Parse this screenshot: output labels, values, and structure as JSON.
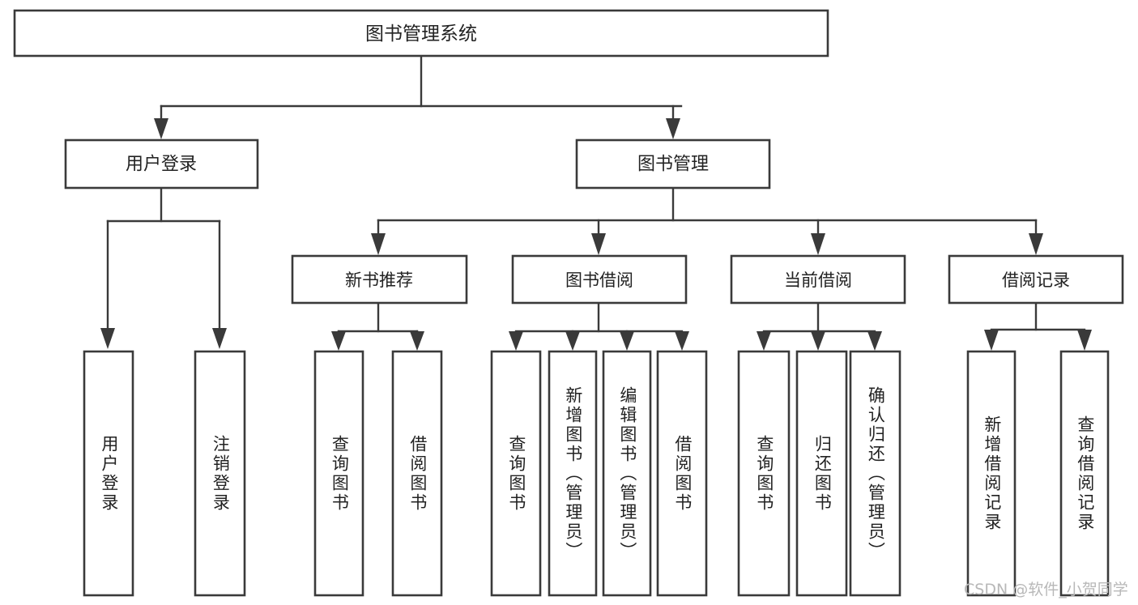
{
  "diagram": {
    "title": "图书管理系统",
    "type": "tree",
    "orientation": "top-down",
    "colors": {
      "box_stroke": "#3a3a3a",
      "box_fill": "#ffffff",
      "connector": "#3a3a3a",
      "text": "#222222",
      "background": "#ffffff",
      "watermark": "#b8b8b8"
    },
    "levels": {
      "root": "图书管理系统",
      "level2": [
        "用户登录",
        "图书管理"
      ],
      "level3": [
        "新书推荐",
        "图书借阅",
        "当前借阅",
        "借阅记录"
      ]
    },
    "nodes": {
      "root": {
        "label": "图书管理系统"
      },
      "user_login": {
        "label": "用户登录"
      },
      "book_mgmt": {
        "label": "图书管理"
      },
      "new_book_rec": {
        "label": "新书推荐"
      },
      "book_borrow": {
        "label": "图书借阅"
      },
      "current_borrow": {
        "label": "当前借阅"
      },
      "borrow_record": {
        "label": "借阅记录"
      },
      "leaf_user_login": {
        "label": "用户登录"
      },
      "leaf_logout": {
        "label": "注销登录"
      },
      "leaf_query_book_1": {
        "label": "查询图书"
      },
      "leaf_borrow_book_1": {
        "label": "借阅图书"
      },
      "leaf_query_book_2": {
        "label": "查询图书"
      },
      "leaf_add_book": {
        "label": "新增图书（管理员）"
      },
      "leaf_edit_book": {
        "label": "编辑图书（管理员）"
      },
      "leaf_borrow_book_2": {
        "label": "借阅图书"
      },
      "leaf_query_book_3": {
        "label": "查询图书"
      },
      "leaf_return_book": {
        "label": "归还图书"
      },
      "leaf_confirm_return": {
        "label": "确认归还（管理员）"
      },
      "leaf_add_record": {
        "label": "新增借阅记录"
      },
      "leaf_query_record": {
        "label": "查询借阅记录"
      }
    }
  },
  "watermark": {
    "text": "CSDN @软件_小贺同学"
  }
}
